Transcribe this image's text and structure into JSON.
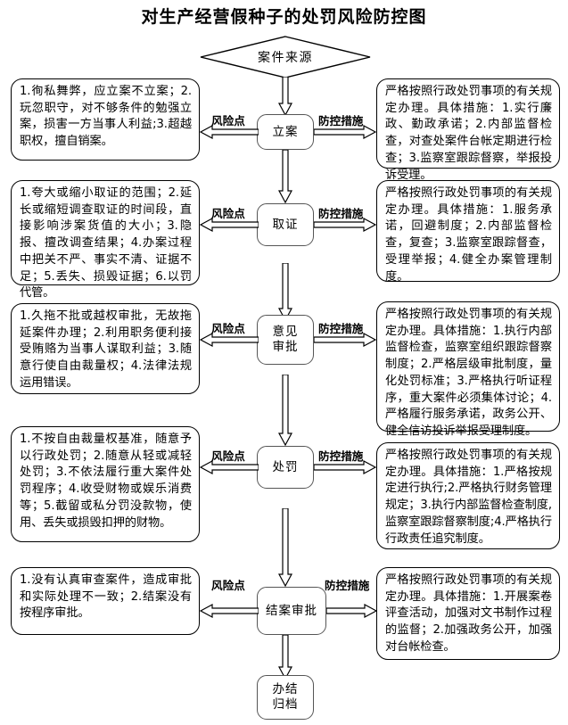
{
  "title": "对生产经营假种子的处罚风险防控图",
  "labels": {
    "risk": "风险点",
    "measure": "防控措施"
  },
  "start": {
    "label": "案件来源",
    "shape": "diamond"
  },
  "end": {
    "label": "办结\n归档",
    "shape": "rounded-rect"
  },
  "stages": [
    {
      "node": "立案",
      "risk": "1.徇私舞弊，应立案不立案；2.玩忽职守，对不够条件的勉强立案，损害一方当事人利益;3.超越职权，擅自销案。",
      "measure": "严格按照行政处罚事项的有关规定办理。具体措施：1.实行廉政、勤政承诺；2.内部监督检查，对查处案件台帐定期进行检查；3.监察室跟踪督察，举报投诉受理。"
    },
    {
      "node": "取证",
      "risk": "1.夸大或缩小取证的范围；2.延长或缩短调查取证的时间段，直接影响涉案货值的大小；3.隐报、擅改调查结果；4.办案过程中把关不严、事实不清、证据不足；5.丢失、损毁证据；6.以罚代管。",
      "measure": "严格按照行政处罚事项的有关规定办理。具体措施：1.服务承诺，回避制度；2.内部监督检查，复查；3.监察室跟踪督查，受理举报；4.健全办案管理制度。"
    },
    {
      "node": "意见\n审批",
      "risk": "1.久拖不批或越权审批，无故拖延案件办理；2.利用职务便利接受贿赂为当事人谋取利益；3.随意行使自由裁量权；4.法律法规运用错误。",
      "measure": "严格按照行政处罚事项的有关规定办理。具体措施：1.执行内部监督检查，监察室组织跟踪督察制度；2.严格层级审批制度，量化处罚标准；3.严格执行听证程序，重大案件必须集体讨论；4.严格履行服务承诺，政务公开、健全信访投诉举报受理制度。"
    },
    {
      "node": "处罚",
      "risk": "1.不按自由裁量权基准，随意予以行政处罚；2.随意从轻或减轻处罚；3.不依法履行重大案件处罚程序；4.收受财物或娱乐消费等；5.截留或私分罚没款物，使用、丢失或损毁扣押的财物。",
      "measure": "严格按照行政处罚事项的有关规定办理。具体措施：1.严格按规定进行执行;2.严格执行财务管理规定；3.执行内部监督检查制度,监察室跟踪督察制度;4.严格执行行政责任追究制度。"
    },
    {
      "node": "结案审批",
      "risk": "1.没有认真审查案件，造成审批和实际处理不一致；2.结案没有按程序审批。",
      "measure": "严格按照行政处罚事项的有关规定办理。具体措施：1.开展案卷评查活动，加强对文书制作过程的监督；2.加强政务公开，加强对台帐检查。"
    }
  ],
  "colors": {
    "outline": "#000000",
    "node_outline": "#555555",
    "background": "#ffffff"
  }
}
